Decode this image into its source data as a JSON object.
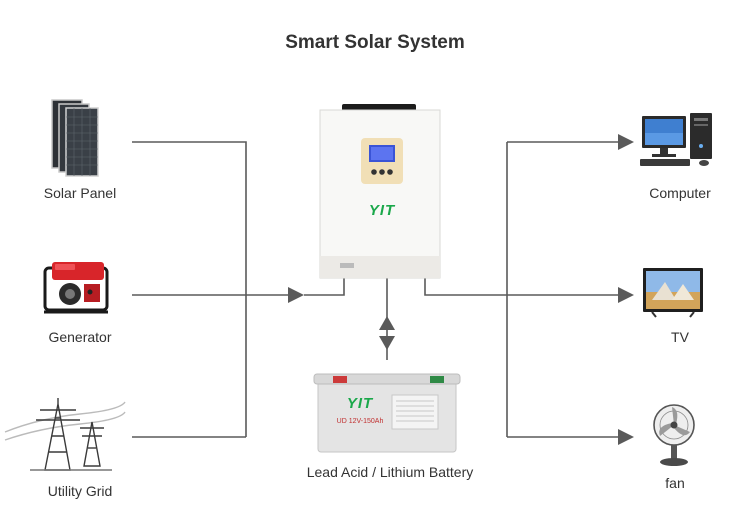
{
  "title": "Smart Solar System",
  "inputs": {
    "solar_panel": "Solar Panel",
    "generator": "Generator",
    "utility_grid": "Utility Grid"
  },
  "outputs": {
    "computer": "Computer",
    "tv": "TV",
    "fan": "fan"
  },
  "storage": {
    "battery": "Lead Acid / Lithium Battery"
  },
  "brand": {
    "logo": "YIT",
    "battery_model": "UD 12V-150Ah",
    "color": "#1aa84a"
  },
  "icons": [
    "solar-panel-icon",
    "generator-icon",
    "utility-grid-icon",
    "inverter-icon",
    "battery-icon",
    "computer-icon",
    "tv-icon",
    "fan-icon"
  ]
}
